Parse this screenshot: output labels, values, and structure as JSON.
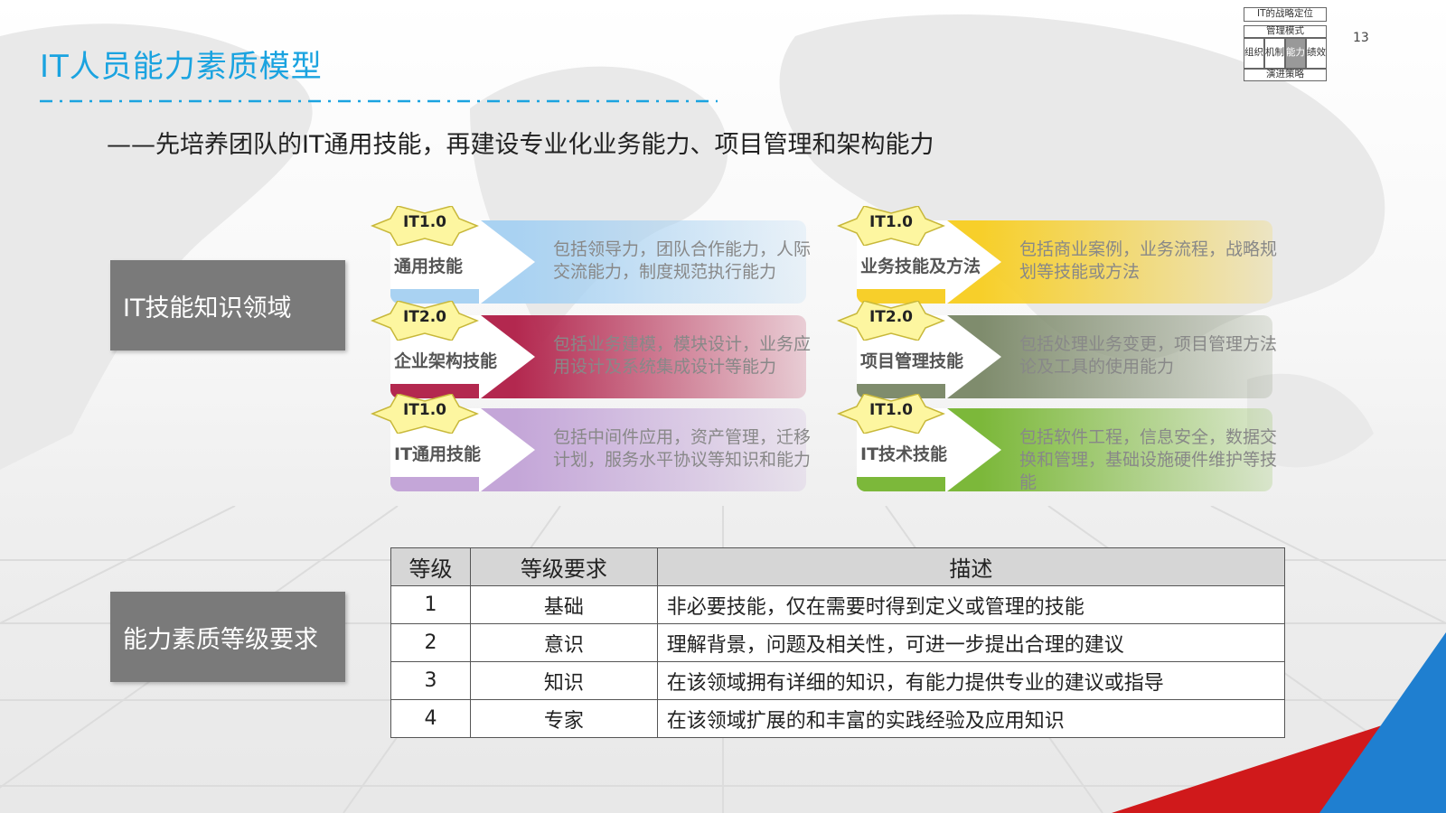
{
  "slide": {
    "title": "IT人员能力素质模型",
    "subtitle": "——先培养团队的IT通用技能，再建设专业化业务能力、项目管理和架构能力",
    "page_number": "13"
  },
  "nav_map": {
    "top": "IT的战略定位",
    "row2": "管理模式",
    "cells": [
      "组织",
      "机制",
      "能力",
      "绩效"
    ],
    "bottom": "演进策略"
  },
  "sections": {
    "skills_label": "IT技能知识领域",
    "levels_label": "能力素质等级要求"
  },
  "skill_cards": [
    {
      "badge": "IT1.0",
      "name": "通用技能",
      "desc": "包括领导力，团队合作能力，人际交流能力，制度规范执行能力"
    },
    {
      "badge": "IT1.0",
      "name": "业务技能及方法",
      "desc": "包括商业案例，业务流程，战略规划等技能或方法"
    },
    {
      "badge": "IT2.0",
      "name": "企业架构技能",
      "desc": "包括业务建模，模块设计，业务应用设计及系统集成设计等能力"
    },
    {
      "badge": "IT2.0",
      "name": "项目管理技能",
      "desc": "包括处理业务变更，项目管理方法论及工具的使用能力"
    },
    {
      "badge": "IT1.0",
      "name": "IT通用技能",
      "desc": "包括中间件应用，资产管理，迁移计划，服务水平协议等知识和能力"
    },
    {
      "badge": "IT1.0",
      "name": "IT技术技能",
      "desc": "包括软件工程，信息安全，数据交换和管理，基础设施硬件维护等技能"
    }
  ],
  "level_table": {
    "headers": [
      "等级",
      "等级要求",
      "描述"
    ],
    "rows": [
      [
        "1",
        "基础",
        "非必要技能，仅在需要时得到定义或管理的技能"
      ],
      [
        "2",
        "意识",
        "理解背景，问题及相关性，可进一步提出合理的建议"
      ],
      [
        "3",
        "知识",
        "在该领域拥有详细的知识，有能力提供专业的建议或指导"
      ],
      [
        "4",
        "专家",
        "在该领域扩展的和丰富的实践经验及应用知识"
      ]
    ]
  },
  "colors": {
    "title": "#1aa3e0",
    "card_blue": "#a9d2f2",
    "card_yellow": "#f7cf2a",
    "card_red": "#b3284f",
    "card_gray": "#7f8c6d",
    "card_purple": "#c4a6d8",
    "card_green": "#7cb83a",
    "section_label": "#7a7a7a",
    "corner_red": "#d0191b",
    "corner_blue": "#1f7fd0"
  }
}
